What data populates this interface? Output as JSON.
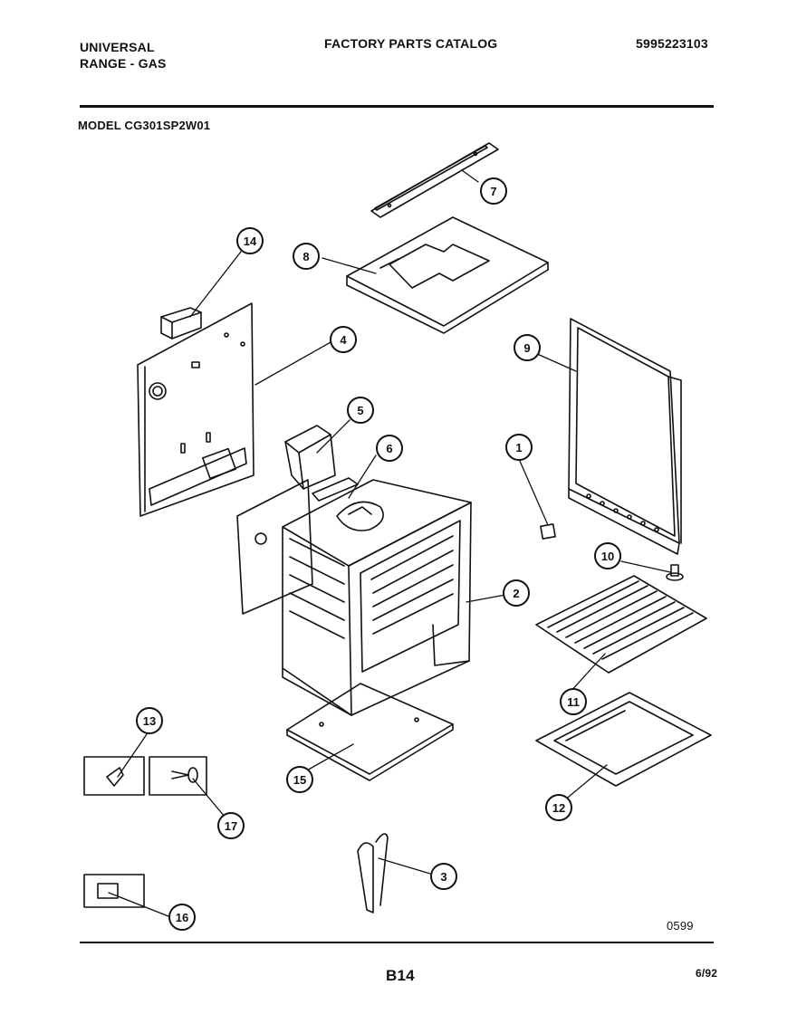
{
  "header": {
    "brand_line1": "UNIVERSAL",
    "brand_line2": "RANGE - GAS",
    "catalog_title": "FACTORY PARTS CATALOG",
    "catalog_number": "5995223103",
    "model": "MODEL CG301SP2W01"
  },
  "callouts": [
    {
      "id": "c1",
      "label": "1"
    },
    {
      "id": "c2",
      "label": "2"
    },
    {
      "id": "c3",
      "label": "3"
    },
    {
      "id": "c4",
      "label": "4"
    },
    {
      "id": "c5",
      "label": "5"
    },
    {
      "id": "c6",
      "label": "6"
    },
    {
      "id": "c7",
      "label": "7"
    },
    {
      "id": "c8",
      "label": "8"
    },
    {
      "id": "c9",
      "label": "9"
    },
    {
      "id": "c10",
      "label": "10"
    },
    {
      "id": "c11",
      "label": "11"
    },
    {
      "id": "c12",
      "label": "12"
    },
    {
      "id": "c13",
      "label": "13"
    },
    {
      "id": "c14",
      "label": "14"
    },
    {
      "id": "c15",
      "label": "15"
    },
    {
      "id": "c16",
      "label": "16"
    },
    {
      "id": "c17",
      "label": "17"
    }
  ],
  "footer": {
    "drawing_code": "0599",
    "page_code": "B14",
    "date": "6/92"
  }
}
